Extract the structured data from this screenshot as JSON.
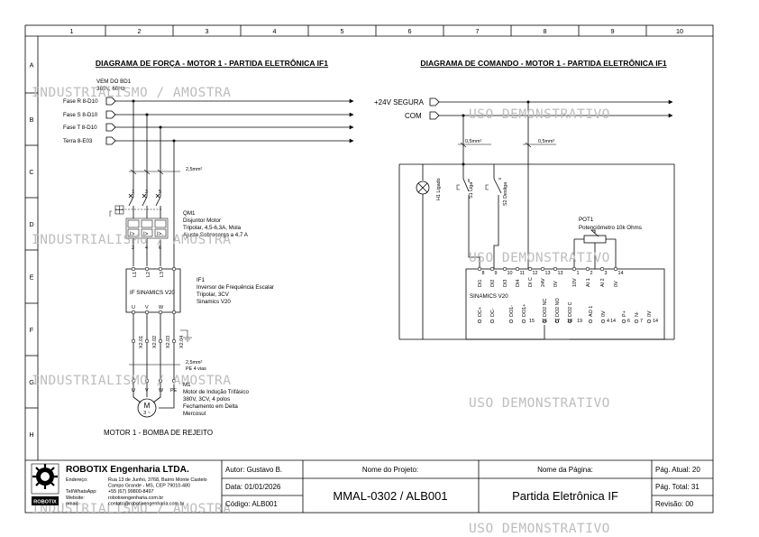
{
  "grid": {
    "columns": [
      "1",
      "2",
      "3",
      "4",
      "5",
      "6",
      "7",
      "8",
      "9",
      "10"
    ],
    "rows": [
      "A",
      "B",
      "C",
      "D",
      "E",
      "F",
      "G",
      "H"
    ]
  },
  "watermarks": [
    "INDUSTRIALISMO / AMOSTRA",
    "USO DEMONSTRATIVO"
  ],
  "power": {
    "title": "DIAGRAMA DE FORÇA - MOTOR 1 - PARTIDA ELETRÔNICA IF1",
    "source_line1": "VEM DO BD1",
    "source_line2": "380V, 60Hz",
    "phases": [
      "Fase R  8-D10",
      "Fase S  8-D10",
      "Fase T  8-D10",
      "Terra    8-E03"
    ],
    "wire_main": "2,5mm²",
    "wire_motor": "2,5mm²",
    "wire_motor_note": "PE 4 vias",
    "breaker": {
      "tag": "QM1",
      "lines": [
        "Disjuntor Motor",
        "Tripolar, 4,5-6,3A, Mola",
        "Ajuste Sobrecarga a 4,7 A"
      ],
      "in_terms": [
        "1",
        "3",
        "5"
      ],
      "out_terms": [
        "2",
        "4",
        "6"
      ]
    },
    "inverter": {
      "tag": "IF1",
      "lines": [
        "Inversor de Frequência Escalar",
        "Tripolar, 3CV",
        "Sinamics V20"
      ],
      "box_label": "IF SINAMICS V20",
      "in_terms": [
        "L1",
        "L2",
        "L3"
      ],
      "out_terms": [
        "U",
        "V",
        "W"
      ],
      "terminal_block": [
        "X2.01",
        "X2.02",
        "X2.03",
        "X2.04"
      ]
    },
    "motor": {
      "tag": "M1",
      "lines": [
        "Motor de Indução Trifásico",
        "380V, 3CV, 4 polos",
        "Fechamento em Delta",
        "Mercosul"
      ],
      "terms": [
        "U",
        "V",
        "W",
        "PE"
      ],
      "symbol_top": "M",
      "symbol_bottom": "3 ~"
    },
    "caption": "MOTOR 1 - BOMBA DE REJEITO"
  },
  "command": {
    "title": "DIAGRAMA DE COMANDO - MOTOR 1 - PARTIDA ELETRÔNICA IF1",
    "supply": [
      "+24V SEGURA",
      "COM"
    ],
    "wire_a": "0,5mm²",
    "wire_b": "0,5mm²",
    "lamp": "H1 Ligado",
    "s1": "S1 Liga",
    "s2": "S2 Desliga",
    "pot_tag": "POT1",
    "pot_desc": "Potenciômetro 10k Ohms",
    "vfd_label": "SINAMICS V20",
    "top_nums": [
      "8",
      "9",
      "10",
      "11",
      "12",
      "13",
      "13",
      "1",
      "2",
      "3",
      "14"
    ],
    "top_labels": [
      "DI1",
      "DI2",
      "DI3",
      "DI4",
      "DI C",
      "24V",
      "0V",
      "10V",
      "AI 1",
      "AI 2",
      "0V"
    ],
    "bottom_labels": [
      "DC+",
      "DC-",
      "DO1-",
      "DO1+",
      "DO2 NC",
      "DO2 NO",
      "DO2 C",
      "AO 1",
      "0V",
      "P+",
      "N-",
      "0V"
    ],
    "bottom_nums": [
      "15",
      "16",
      "17",
      "18",
      "19",
      "4",
      "14",
      "6",
      "7",
      "14"
    ]
  },
  "titleblock": {
    "company": "ROBOTIX Engenharia LTDA.",
    "logo_text": "ROBOTIX",
    "labels": [
      "Endereço:",
      "",
      "Tel/WhatsApp:",
      "Website:",
      "email:"
    ],
    "values": [
      "Rua 13 de Junho, 3768, Bairro Monte Castelo",
      "Campo Grande - MS, CEP 79010-480",
      "+55 (67) 99800-8497",
      "robotixengenharia.com.br",
      "contato@robotixengenharia.com.br"
    ],
    "author": "Autor: Gustavo B.",
    "date": "Data: 01/01/2026",
    "code": "Código: ALB001",
    "project_label": "Nome do Projeto:",
    "project": "MMAL-0302 / ALB001",
    "page_name_label": "Nome da Página:",
    "page_name": "Partida Eletrônica IF",
    "current_page": "Pág. Atual: 20",
    "total_pages": "Pág. Total: 31",
    "revision": "Revisão: 00"
  }
}
